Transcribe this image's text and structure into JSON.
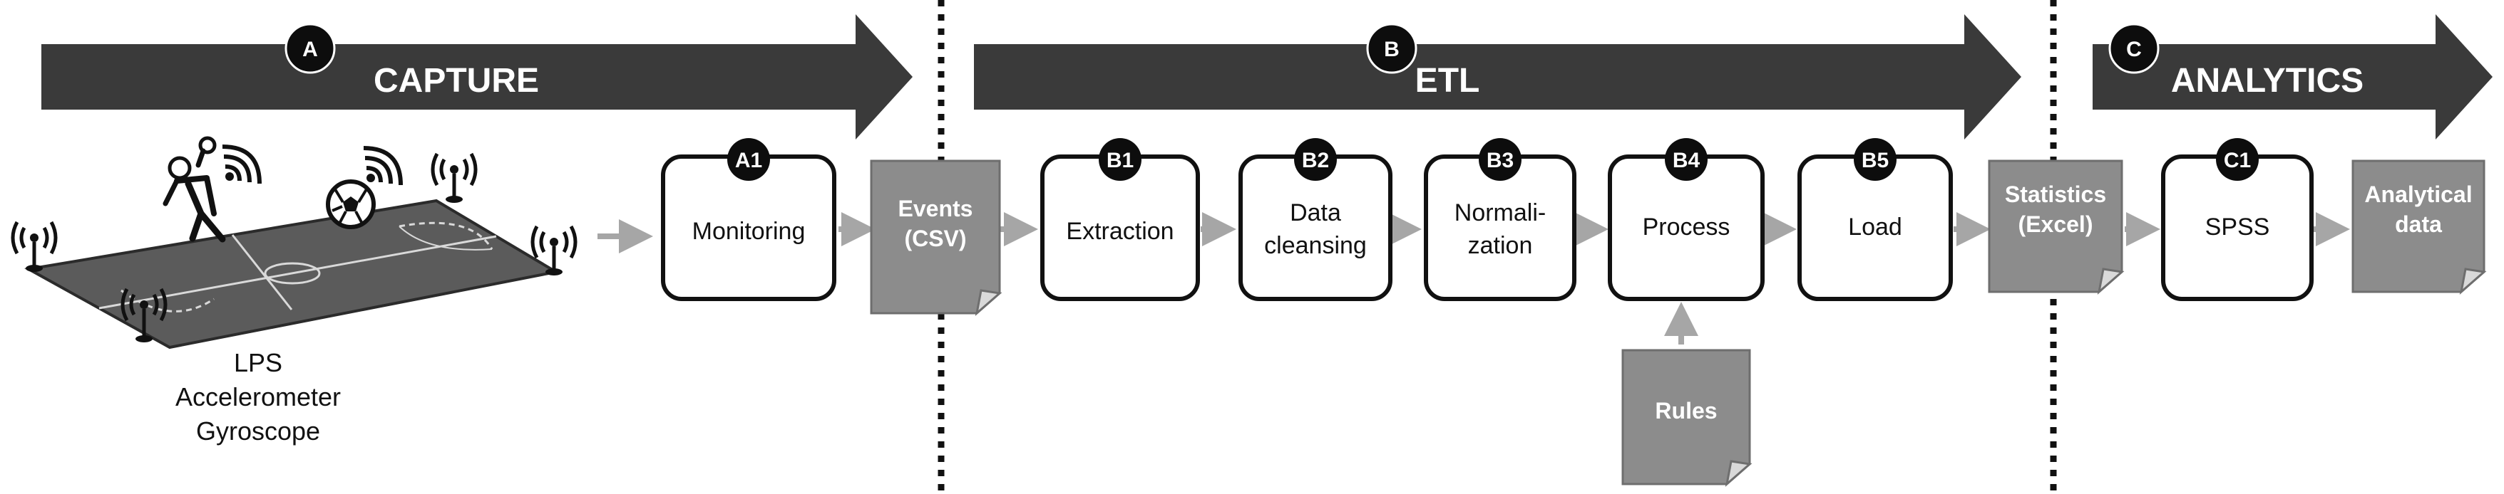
{
  "phases": [
    {
      "badge": "A",
      "title": "CAPTURE"
    },
    {
      "badge": "B",
      "title": "ETL"
    },
    {
      "badge": "C",
      "title": "ANALYTICS"
    }
  ],
  "steps": [
    {
      "badge": "A1",
      "lines": [
        "Monitoring"
      ]
    },
    {
      "badge": "B1",
      "lines": [
        "Extraction"
      ]
    },
    {
      "badge": "B2",
      "lines": [
        "Data",
        "cleansing"
      ]
    },
    {
      "badge": "B3",
      "lines": [
        "Normali-",
        "zation"
      ]
    },
    {
      "badge": "B4",
      "lines": [
        "Process"
      ]
    },
    {
      "badge": "B5",
      "lines": [
        "Load"
      ]
    },
    {
      "badge": "C1",
      "lines": [
        "SPSS"
      ]
    }
  ],
  "documents": [
    {
      "lines": [
        "Events",
        "(CSV)"
      ]
    },
    {
      "lines": [
        "Statistics",
        "(Excel)"
      ]
    },
    {
      "lines": [
        "Analytical",
        "data"
      ]
    },
    {
      "lines": [
        "Rules"
      ]
    }
  ],
  "sources": [
    "LPS",
    "Accelerometer",
    "Gyroscope"
  ],
  "colors": {
    "banner": "#3a3a3a",
    "badge": "#0d0d0d",
    "document": "#8c8c8c",
    "arrow": "#a6a6a6",
    "court": "#5b5b5b"
  }
}
